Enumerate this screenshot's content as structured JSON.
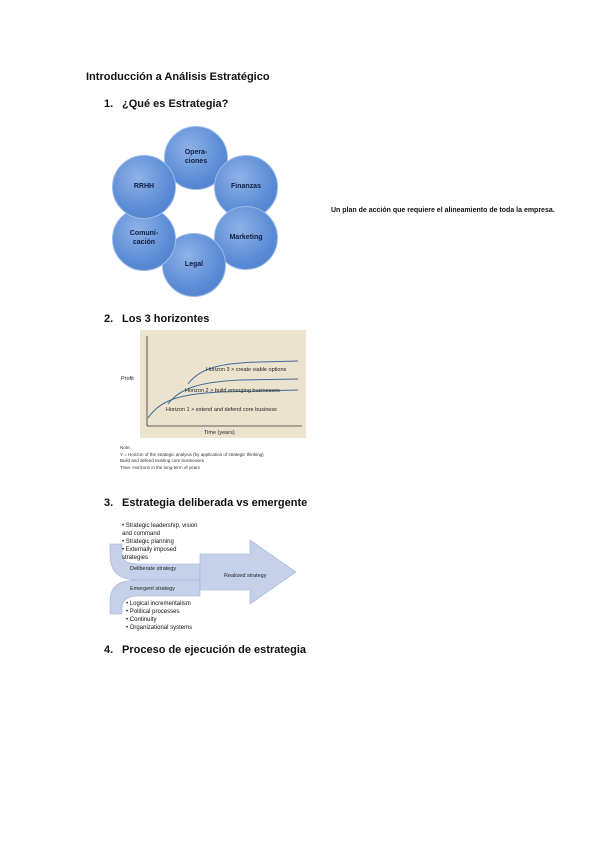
{
  "document": {
    "title": "Introducción a Análisis Estratégico"
  },
  "sections": [
    {
      "number": "1.",
      "heading": "¿Qué es Estrategia?"
    },
    {
      "number": "2.",
      "heading": "Los 3 horizontes"
    },
    {
      "number": "3.",
      "heading": "Estrategia deliberada vs emergente"
    },
    {
      "number": "4.",
      "heading": "Proceso de ejecución de estrategia"
    }
  ],
  "cycle_diagram": {
    "nodes": [
      "Opera-\nciones",
      "Finanzas",
      "Marketing",
      "Legal",
      "Comuni-\ncación",
      "RRHH"
    ],
    "note": "Un plan de acción que requiere el alineamiento de toda la empresa."
  },
  "horizons_figure": {
    "y_axis_label": "Profit",
    "x_axis_label": "Time (years)",
    "horizons": [
      "Horizon 3 > create viable options",
      "Horizon 2 > build emerging businesses",
      "Horizon 1 > extend and defend core business"
    ],
    "notes": [
      "Note:",
      "Y = Horizon of the strategic analysis (by application of strategic thinking)",
      "Build and defend existing core businesses",
      "Time: Horizons in the long-term of years"
    ]
  },
  "strategy_figure": {
    "top_bullets": [
      "• Strategic leadership, vision",
      "  and command",
      "• Strategic planning",
      "• Externally imposed",
      "  strategies"
    ],
    "deliberate_label": "Deliberate strategy",
    "emergent_label": "Emergent strategy",
    "realized_label": "Realized strategy",
    "bottom_bullets": [
      "• Logical incrementalism",
      "• Political processes",
      "• Continuity",
      "• Organizational systems"
    ]
  },
  "colors": {
    "circle_fill": "#5b8bd6",
    "panel_bg": "#ece3cf",
    "curve": "#3f6a9a",
    "arrow_fill": "#c5d1e8"
  }
}
